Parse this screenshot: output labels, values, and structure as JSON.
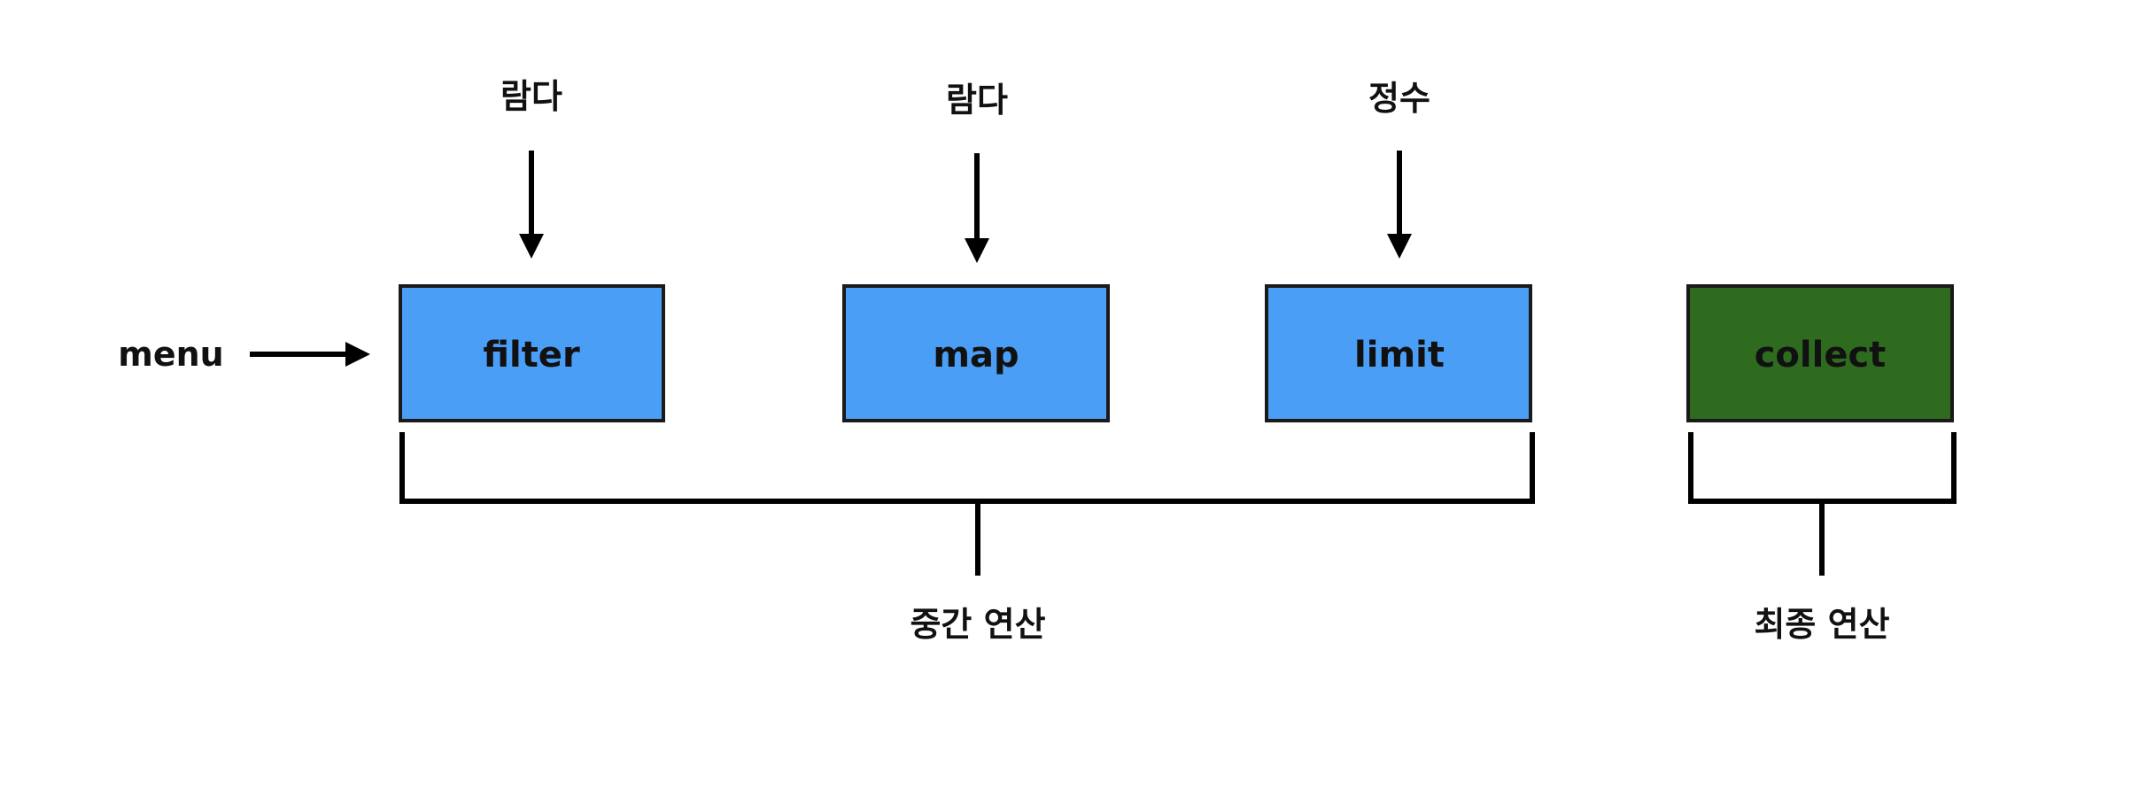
{
  "input": {
    "label": "menu"
  },
  "stages": [
    {
      "id": "filter",
      "label": "filter",
      "argument": "람다",
      "kind": "intermediate"
    },
    {
      "id": "map",
      "label": "map",
      "argument": "람다",
      "kind": "intermediate"
    },
    {
      "id": "limit",
      "label": "limit",
      "argument": "정수",
      "kind": "intermediate"
    },
    {
      "id": "collect",
      "label": "collect",
      "kind": "terminal"
    }
  ],
  "groups": {
    "intermediate": {
      "label": "중간 연산"
    },
    "terminal": {
      "label": "최종 연산"
    }
  },
  "colors": {
    "intermediate_fill": "#4a9ef5",
    "terminal_fill": "#2e6b1f",
    "stroke": "#1a1a1a"
  }
}
